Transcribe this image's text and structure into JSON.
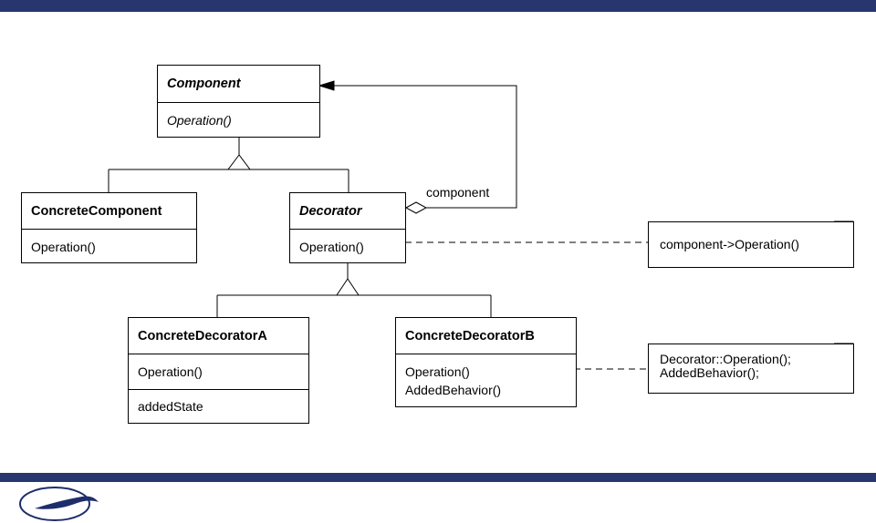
{
  "theme": {
    "bar_color": "#27366e",
    "logo_color": "#1e2d6b"
  },
  "classes": {
    "component": {
      "name": "Component",
      "operations": [
        "Operation()"
      ]
    },
    "concrete_component": {
      "name": "ConcreteComponent",
      "operations": [
        "Operation()"
      ]
    },
    "decorator": {
      "name": "Decorator",
      "operations": [
        "Operation()"
      ]
    },
    "concrete_decorator_a": {
      "name": "ConcreteDecoratorA",
      "operations": [
        "Operation()"
      ],
      "attributes": [
        "addedState"
      ]
    },
    "concrete_decorator_b": {
      "name": "ConcreteDecoratorB",
      "operations": [
        "Operation()",
        "AddedBehavior()"
      ]
    }
  },
  "associations": {
    "component_label": "component"
  },
  "notes": {
    "decorator_note": [
      "component->Operation()"
    ],
    "decorator_b_note": [
      "Decorator::Operation();",
      "AddedBehavior();"
    ]
  }
}
